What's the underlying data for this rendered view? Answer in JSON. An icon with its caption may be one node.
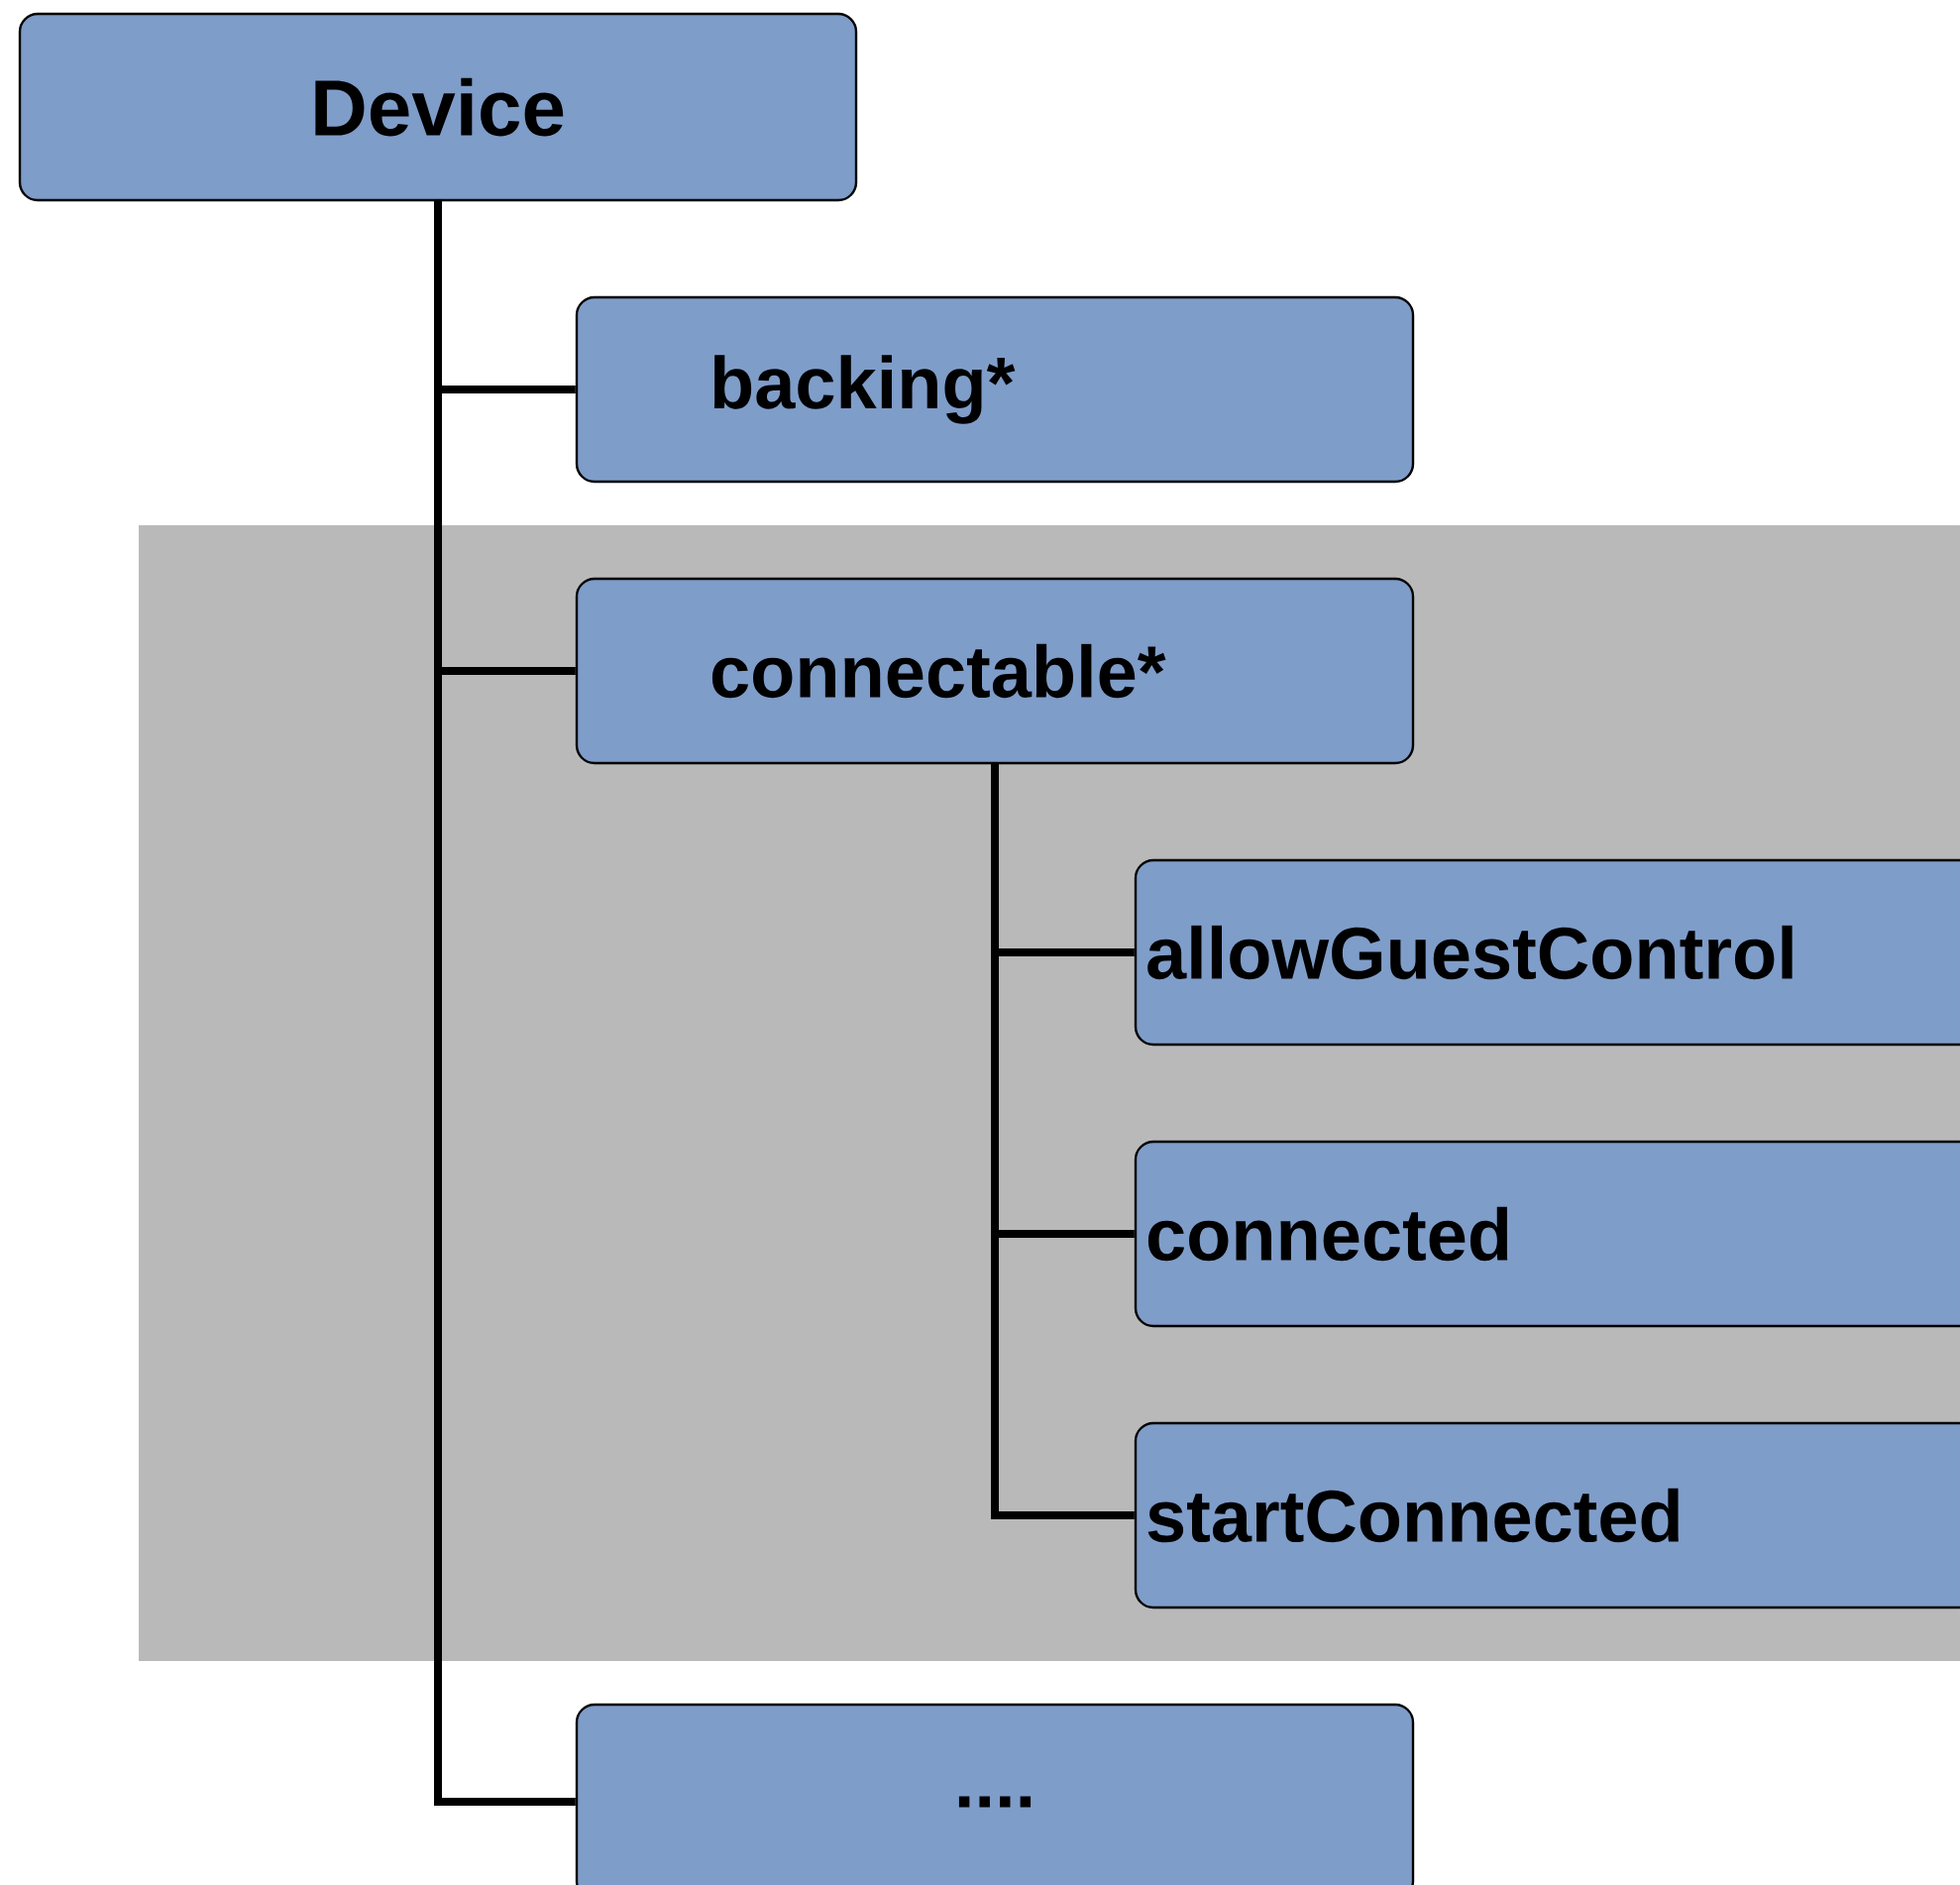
{
  "diagram": {
    "nodes": [
      {
        "text": [
          "Device"
        ]
      },
      {
        "text": [
          "backing*"
        ]
      },
      {
        "text": [
          "connectable*"
        ]
      },
      {
        "text": [
          "allowGuestControl"
        ]
      },
      {
        "text": [
          "connected"
        ]
      },
      {
        "text": [
          "startConnected"
        ]
      },
      {
        "text": [
          "...."
        ]
      }
    ],
    "edges": [
      {
        "from": 0,
        "to": 1,
        "arrow": "none"
      },
      {
        "from": 0,
        "to": 2,
        "arrow": "none"
      },
      {
        "from": 0,
        "to": 6,
        "arrow": "none"
      },
      {
        "from": 2,
        "to": 3,
        "arrow": "none"
      },
      {
        "from": 2,
        "to": 4,
        "arrow": "none"
      },
      {
        "from": 2,
        "to": 5,
        "arrow": "none"
      }
    ]
  }
}
